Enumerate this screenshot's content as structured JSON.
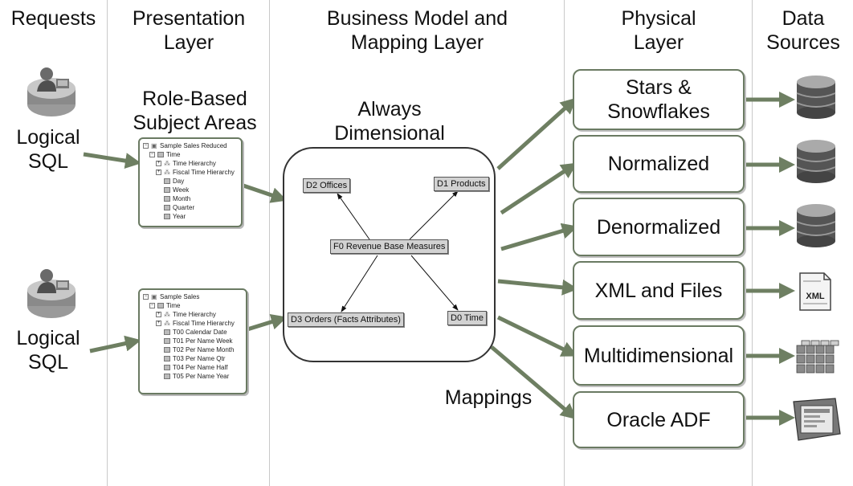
{
  "columns": {
    "requests": "Requests",
    "presentation": [
      "Presentation",
      "Layer"
    ],
    "business": [
      "Business Model and",
      "Mapping Layer"
    ],
    "physical": [
      "Physical",
      "Layer"
    ],
    "sources": [
      "Data",
      "Sources"
    ]
  },
  "requests": {
    "top_label": [
      "Logical",
      "SQL"
    ],
    "bottom_label": [
      "Logical",
      "SQL"
    ],
    "icon": "user-at-desk-icon"
  },
  "presentation": {
    "subject_areas_label": [
      "Role-Based",
      "Subject Areas"
    ],
    "tree_top": {
      "root": "Sample Sales Reduced",
      "folder": "Time",
      "hierarchies": [
        "Time Hierarchy",
        "Fiscal Time Hierarchy"
      ],
      "columns": [
        "Day",
        "Week",
        "Month",
        "Quarter",
        "Year"
      ]
    },
    "tree_bottom": {
      "root": "Sample Sales",
      "folder": "Time",
      "hierarchies": [
        "Time Hierarchy",
        "Fiscal Time Hierarchy"
      ],
      "columns": [
        "T00 Calendar Date",
        "T01 Per Name Week",
        "T02 Per Name Month",
        "T03 Per Name Qtr",
        "T04 Per Name Half",
        "T05 Per Name Year"
      ]
    }
  },
  "business": {
    "always_label": [
      "Always",
      "Dimensional"
    ],
    "nodes": {
      "d2": "D2 Offices",
      "d1": "D1 Products",
      "f0": "F0 Revenue Base Measures",
      "d3": "D3 Orders (Facts Attributes)",
      "d0": "D0 Time"
    },
    "mappings_label": "Mappings"
  },
  "physical": {
    "boxes": [
      [
        "Stars &",
        "Snowflakes"
      ],
      [
        "Normalized"
      ],
      [
        "Denormalized"
      ],
      [
        "XML and Files"
      ],
      [
        "Multidimensional"
      ],
      [
        "Oracle ADF"
      ]
    ]
  },
  "sources": {
    "icons": [
      "database-icon",
      "database-icon",
      "database-icon",
      "xml-file-icon",
      "cube-icon",
      "adf-screen-icon"
    ],
    "xml_text": "XML"
  },
  "colors": {
    "arrow": "#6e7f62",
    "box_border": "#6a7a62",
    "node_fill": "#d2d2d2"
  }
}
